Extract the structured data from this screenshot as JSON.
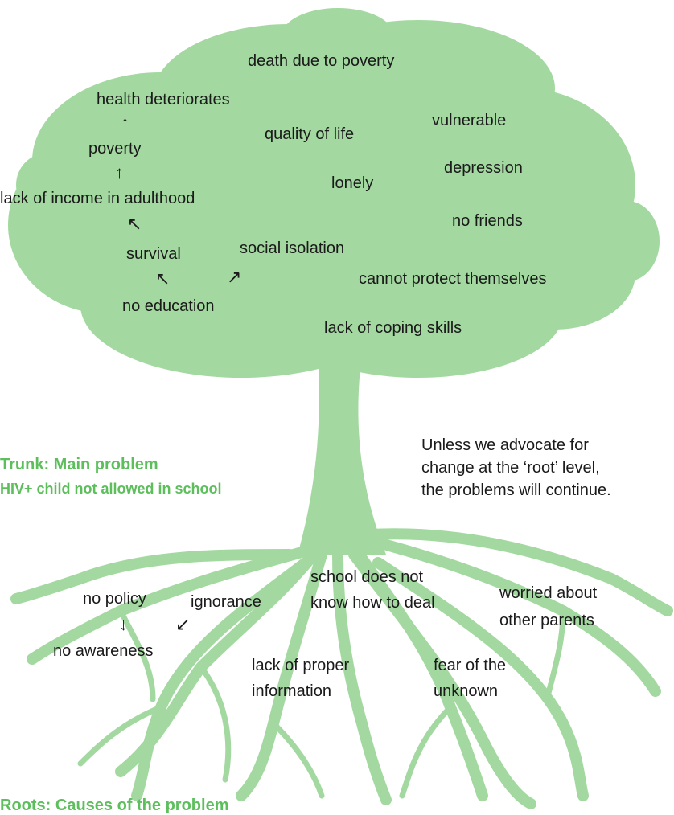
{
  "colors": {
    "tree": "#a3d9a0",
    "heading": "#5cbf5c",
    "text": "#1a1a1a"
  },
  "canopy_labels": {
    "death_due_to_poverty": "death due to poverty",
    "health_deteriorates": "health deteriorates",
    "vulnerable": "vulnerable",
    "quality_of_life": "quality of life",
    "poverty": "poverty",
    "depression": "depression",
    "lonely": "lonely",
    "lack_of_income": "lack of income in adulthood",
    "no_friends": "no friends",
    "survival": "survival",
    "social_isolation": "social isolation",
    "cannot_protect": "cannot protect themselves",
    "no_education": "no education",
    "lack_of_coping": "lack of coping skills"
  },
  "trunk": {
    "heading": "Trunk: Main problem",
    "subheading": "HIV+ child not allowed in school"
  },
  "note": {
    "line1": "Unless we advocate for",
    "line2": "change at the ‘root’ level,",
    "line3": "the problems will continue."
  },
  "root_labels": {
    "no_policy": "no policy",
    "ignorance": "ignorance",
    "school_does_not_1": "school does not",
    "school_does_not_2": "know how to deal",
    "worried_1": "worried about",
    "worried_2": "other parents",
    "no_awareness": "no awareness",
    "lack_info_1": "lack of proper",
    "lack_info_2": "information",
    "fear_1": "fear of the",
    "fear_2": "unknown"
  },
  "roots_heading": "Roots: Causes of the problem",
  "arrow_glyphs": {
    "up": "↑",
    "up_left": "↖",
    "up_right": "↗",
    "down": "↓",
    "down_left": "↙"
  }
}
